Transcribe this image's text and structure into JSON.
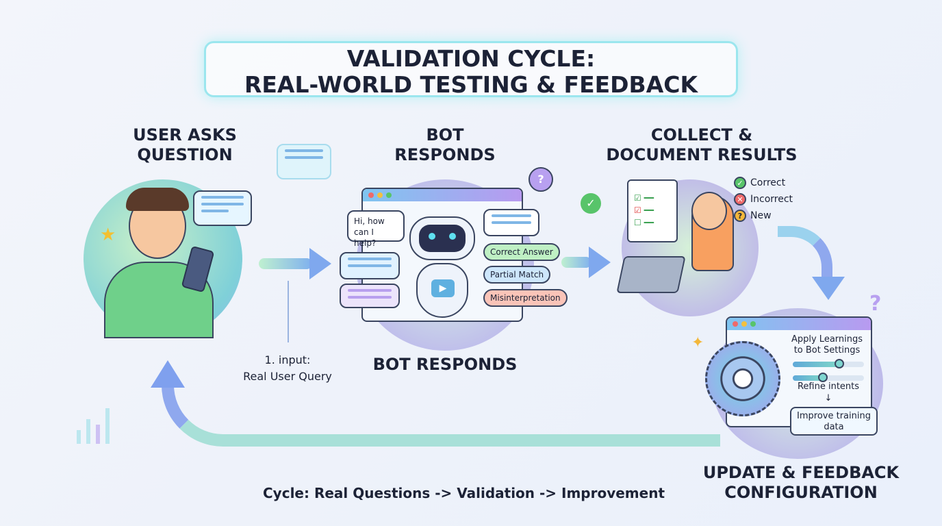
{
  "title": {
    "line1": "VALIDATION CYCLE:",
    "line2": "REAL-WORLD TESTING & FEEDBACK"
  },
  "steps": {
    "user": {
      "heading_line1": "USER ASKS",
      "heading_line2": "QUESTION"
    },
    "bot": {
      "heading_line1": "BOT",
      "heading_line2": "RESPONDS",
      "caption": "BOT RESPONDS",
      "greeting": "Hi, how can I help?",
      "responses": [
        "Correct Answer",
        "Partial Match",
        "Misinterpretation"
      ]
    },
    "collect": {
      "heading_line1": "COLLECT &",
      "heading_line2": "DOCUMENT RESULTS",
      "legend": [
        {
          "icon": "check-icon",
          "label": "Correct",
          "color": "#58c46a"
        },
        {
          "icon": "x-icon",
          "label": "Incorrect",
          "color": "#ef6a6a"
        },
        {
          "icon": "question-icon",
          "label": "New",
          "color": "#f3b73a"
        }
      ]
    },
    "update": {
      "heading_line1": "UPDATE & FEEDBACK",
      "heading_line2": "CONFIGURATION",
      "panel_title": "Apply Learnings to Bot Settings",
      "slider1": 0.65,
      "slider2": 0.42,
      "refine": "Refine intents",
      "arrow": "↓",
      "improve": "Improve training data"
    }
  },
  "input_label": {
    "line1": "1. input:",
    "line2": "Real User Query"
  },
  "footer": "Cycle: Real Questions -> Validation -> Improvement"
}
